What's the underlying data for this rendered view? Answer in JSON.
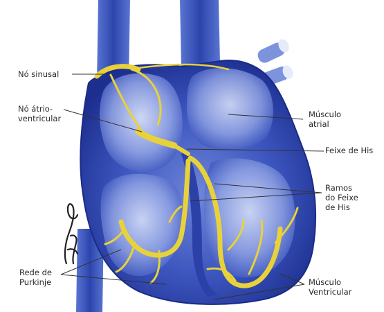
{
  "labels": {
    "no_sinusal": "Nó sinusal",
    "no_atrioventricular": "Nó átrio-\nventricular",
    "musculo_atrial": "Músculo\natrial",
    "feixe_de_his": "Feixe de His",
    "ramos_feixe_his": "Ramos\ndo Feixe\nde His",
    "rede_purkinje": "Rede de\nPurkinje",
    "musculo_ventricular": "Músculo\nVentricular"
  },
  "signature": "Patrick",
  "colors": {
    "heart_dark": "#1b2f8f",
    "heart_mid": "#3f58c2",
    "heart_light": "#b9c6ee",
    "conduction": "#e8d23a",
    "leader": "#333333"
  }
}
